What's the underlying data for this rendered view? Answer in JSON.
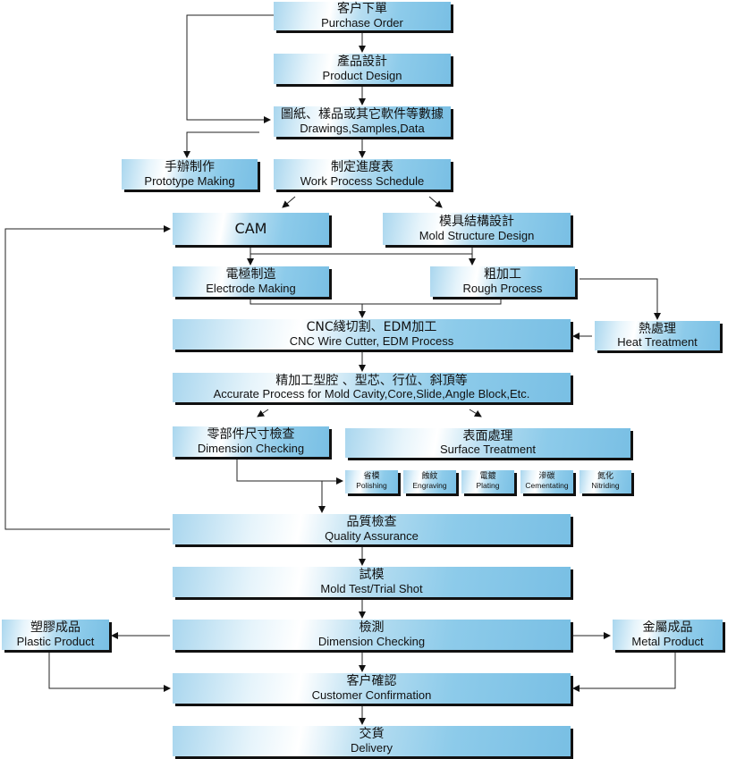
{
  "nodes": [
    {
      "id": "purchase-order",
      "cn": "客户下單",
      "en": "Purchase Order"
    },
    {
      "id": "product-design",
      "cn": "產品設計",
      "en": "Product Design"
    },
    {
      "id": "drawings-data",
      "cn": "圖紙、樣品或其它軟件等數據",
      "en": "Drawings,Samples,Data"
    },
    {
      "id": "prototype-making",
      "cn": "手辦制作",
      "en": "Prototype Making"
    },
    {
      "id": "work-process-schedule",
      "cn": "制定進度表",
      "en": "Work Process Schedule"
    },
    {
      "id": "cam",
      "cn": "CAM",
      "en": ""
    },
    {
      "id": "mold-structure-design",
      "cn": "模具結構設計",
      "en": "Mold Structure Design"
    },
    {
      "id": "electrode-making",
      "cn": "電極制造",
      "en": "Electrode Making"
    },
    {
      "id": "rough-process",
      "cn": "粗加工",
      "en": "Rough Process"
    },
    {
      "id": "cnc-wire-edm",
      "cn": "CNC綫切割、EDM加工",
      "en": "CNC Wire Cutter, EDM Process"
    },
    {
      "id": "heat-treatment",
      "cn": "熱處理",
      "en": "Heat Treatment"
    },
    {
      "id": "accurate-process",
      "cn": "精加工型腔 、型芯、行位、斜頂等",
      "en": "Accurate Process for Mold Cavity,Core,Slide,Angle Block,Etc."
    },
    {
      "id": "dimension-checking-parts",
      "cn": "零部件尺寸檢查",
      "en": "Dimension Checking"
    },
    {
      "id": "surface-treatment",
      "cn": "表面處理",
      "en": "Surface Treatment"
    },
    {
      "id": "polishing",
      "cn": "省模",
      "en": "Polishing"
    },
    {
      "id": "engraving",
      "cn": "蝕紋",
      "en": "Engraving"
    },
    {
      "id": "plating",
      "cn": "電鍍",
      "en": "Plating"
    },
    {
      "id": "cementating",
      "cn": "滲碳",
      "en": "Cementating"
    },
    {
      "id": "nitriding",
      "cn": "氮化",
      "en": "Nitriding"
    },
    {
      "id": "quality-assurance",
      "cn": "品質檢查",
      "en": "Quality Assurance"
    },
    {
      "id": "mold-test",
      "cn": "試模",
      "en": "Mold Test/Trial Shot"
    },
    {
      "id": "plastic-product",
      "cn": "塑膠成品",
      "en": "Plastic Product"
    },
    {
      "id": "dimension-checking",
      "cn": "檢測",
      "en": "Dimension Checking"
    },
    {
      "id": "metal-product",
      "cn": "金屬成品",
      "en": "Metal Product"
    },
    {
      "id": "customer-confirmation",
      "cn": "客户確認",
      "en": "Customer Confirmation"
    },
    {
      "id": "delivery",
      "cn": "交貨",
      "en": "Delivery"
    }
  ]
}
